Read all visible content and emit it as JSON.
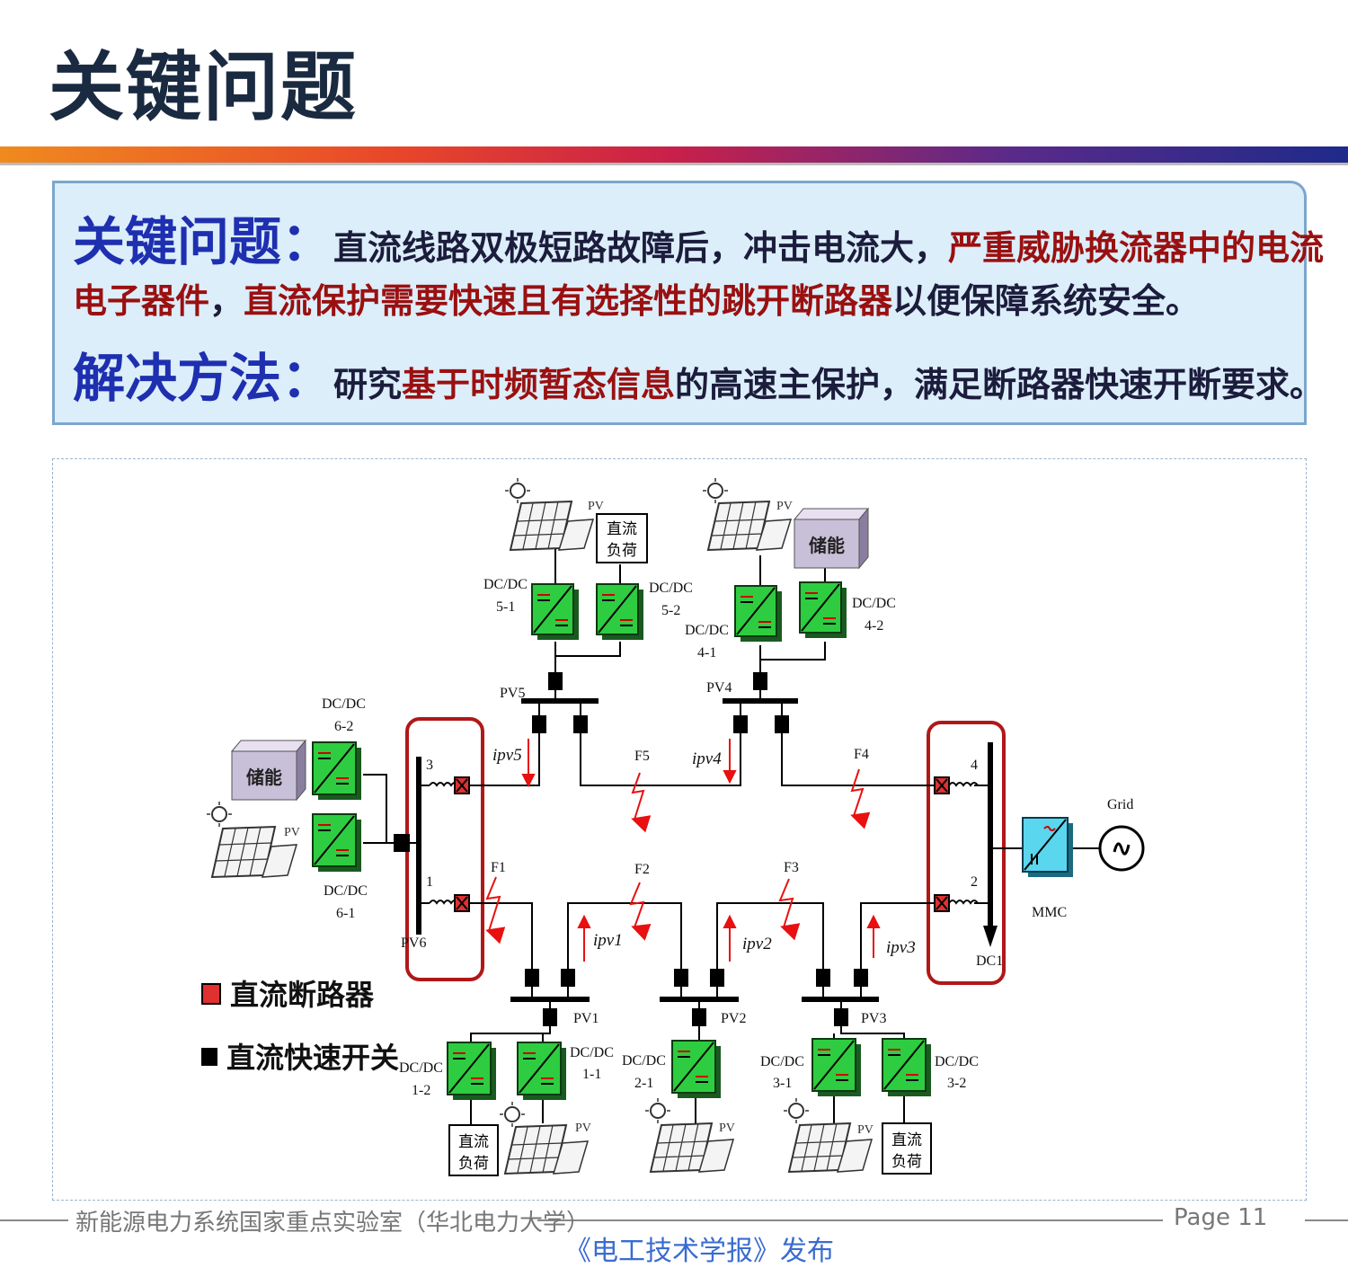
{
  "title": "关键问题",
  "key_issue": {
    "label": "关键问题：",
    "part1": "直流线路双极短路故障后，冲击电流大，",
    "part2": "严重威胁换流器中的电流",
    "part3": "电子器件",
    "part4": "，",
    "part5": "直流保护需要快速且有选择性的跳开断路器",
    "part6": "以便保障系统安全。"
  },
  "solution": {
    "label": "解决方法：",
    "part1": "研究",
    "part2": "基于时频暂态信息",
    "part3": "的高速主保护，满足断路器快速开断要求。"
  },
  "diagram": {
    "pv": "PV",
    "load_line1": "直流",
    "load_line2": "负荷",
    "storage": "储能",
    "dcdc": "DC/DC",
    "conv_ids": [
      "5-1",
      "5-2",
      "4-1",
      "4-2",
      "6-2",
      "6-1",
      "1-2",
      "1-1",
      "2-1",
      "3-1",
      "3-2"
    ],
    "buses": [
      "PV5",
      "PV4",
      "PV6",
      "PV1",
      "PV2",
      "PV3",
      "DC1"
    ],
    "ports": [
      "3",
      "1",
      "4",
      "2"
    ],
    "faults": [
      "F1",
      "F2",
      "F3",
      "F4",
      "F5"
    ],
    "currents": [
      "ipv5",
      "ipv4",
      "ipv1",
      "ipv2",
      "ipv3"
    ],
    "grid": "Grid",
    "mmc": "MMC",
    "colors": {
      "converter": "#2ecc40",
      "breaker": "#e03030",
      "fault": "#e81010",
      "highlight": "#b01818",
      "storage": "#c8bfd8"
    }
  },
  "legend": {
    "breaker": "直流断路器",
    "switch": "直流快速开关"
  },
  "footer": {
    "lab": "新能源电力系统国家重点实验室（华北电力大学）",
    "page": "Page 11"
  },
  "caption": "《电工技术学报》发布"
}
